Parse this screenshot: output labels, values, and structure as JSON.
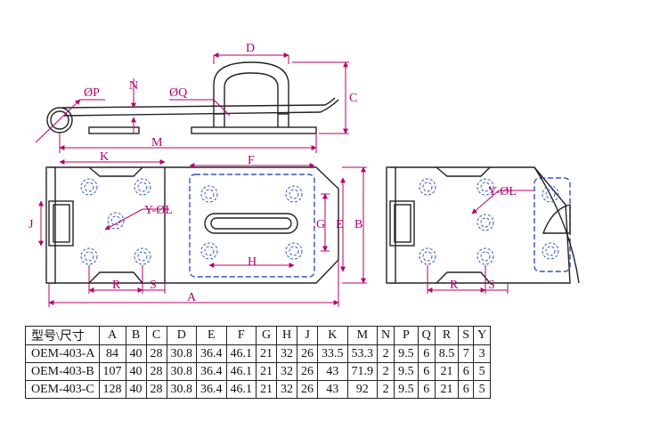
{
  "labels": {
    "D": "D",
    "N": "N",
    "C": "C",
    "phiP": "ØP",
    "phiQ": "ØQ",
    "M": "M",
    "K": "K",
    "F": "F",
    "J": "J",
    "Y_phiL": "Y-ØL",
    "G": "G",
    "E": "E",
    "B": "B",
    "H": "H",
    "R": "R",
    "S": "S",
    "A": "A",
    "Y_phiL2": "Y-ØL",
    "R2": "R",
    "S2": "S"
  },
  "colors": {
    "line": "#222222",
    "dim": "#b3006e",
    "hidden": "#3355bb"
  },
  "table": {
    "headers": [
      "型号\\尺寸",
      "A",
      "B",
      "C",
      "D",
      "E",
      "F",
      "G",
      "H",
      "J",
      "K",
      "M",
      "N",
      "P",
      "Q",
      "R",
      "S",
      "Y"
    ],
    "rows": [
      [
        "OEM-403-A",
        "84",
        "40",
        "28",
        "30.8",
        "36.4",
        "46.1",
        "21",
        "32",
        "26",
        "33.5",
        "53.3",
        "2",
        "9.5",
        "6",
        "8.5",
        "7",
        "3"
      ],
      [
        "OEM-403-B",
        "107",
        "40",
        "28",
        "30.8",
        "36.4",
        "46.1",
        "21",
        "32",
        "26",
        "43",
        "71.9",
        "2",
        "9.5",
        "6",
        "21",
        "6",
        "5"
      ],
      [
        "OEM-403-C",
        "128",
        "40",
        "28",
        "30.8",
        "36.4",
        "46.1",
        "21",
        "32",
        "26",
        "43",
        "92",
        "2",
        "9.5",
        "6",
        "21",
        "6",
        "5"
      ]
    ]
  }
}
